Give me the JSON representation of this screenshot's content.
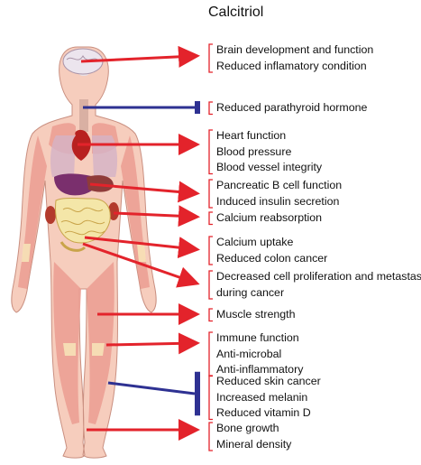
{
  "title": "Calcitriol",
  "colors": {
    "arrow_red": "#e3232b",
    "inhibit_blue": "#2e3192",
    "skin": "#f2c2b0",
    "muscle": "#e89a8f",
    "bracket": "#e3232b"
  },
  "effects": [
    {
      "kind": "stimulate",
      "lines": [
        "Brain development and function",
        "Reduced inflamatory condition"
      ]
    },
    {
      "kind": "inhibit",
      "lines": [
        "Reduced parathyroid hormone"
      ]
    },
    {
      "kind": "stimulate",
      "lines": [
        "Heart function",
        "Blood pressure",
        "Blood vessel integrity"
      ]
    },
    {
      "kind": "stimulate",
      "lines": [
        "Pancreatic B cell function",
        "Induced insulin secretion"
      ]
    },
    {
      "kind": "stimulate",
      "lines": [
        "Calcium reabsorption"
      ]
    },
    {
      "kind": "stimulate",
      "lines": [
        "Calcium uptake",
        "Reduced colon cancer"
      ]
    },
    {
      "kind": "stimulate",
      "lines": [
        "Decreased cell proliferation and metastasis",
        "during cancer"
      ]
    },
    {
      "kind": "stimulate",
      "lines": [
        "Muscle strength"
      ]
    },
    {
      "kind": "stimulate",
      "lines": [
        "Immune function",
        "Anti-microbal",
        "Anti-inflammatory"
      ]
    },
    {
      "kind": "inhibit",
      "lines": [
        "Reduced skin cancer",
        "Increased melanin",
        "Reduced vitamin D"
      ]
    },
    {
      "kind": "stimulate",
      "lines": [
        "Bone growth",
        "Mineral density"
      ]
    }
  ]
}
